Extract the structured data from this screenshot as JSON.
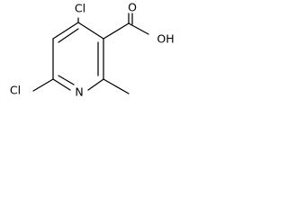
{
  "molecule": {
    "atoms": {
      "cl_top": "Cl",
      "cl_left": "Cl",
      "ring_n": "N",
      "carbonyl_o": "O",
      "hydroxyl": "OH"
    }
  }
}
